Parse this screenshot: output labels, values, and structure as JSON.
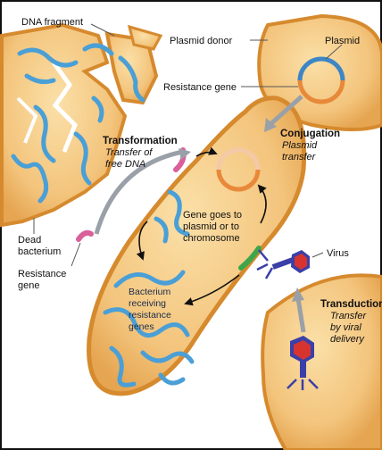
{
  "labels": {
    "dna_fragment": "DNA fragment",
    "plasmid_donor": "Plasmid donor",
    "plasmid": "Plasmid",
    "resistance_gene_top": "Resistance gene",
    "transformation_title": "Transformation",
    "transformation_desc_1": "Transfer of",
    "transformation_desc_2": "free DNA",
    "conjugation_title": "Conjugation",
    "conjugation_desc_1": "Plasmid",
    "conjugation_desc_2": "transfer",
    "gene_goes_1": "Gene goes to",
    "gene_goes_2": "plasmid or to",
    "gene_goes_3": "chromosome",
    "dead_bacterium_1": "Dead",
    "dead_bacterium_2": "bacterium",
    "resistance_gene_left_1": "Resistance",
    "resistance_gene_left_2": "gene",
    "virus": "Virus",
    "bacterium_receiving_1": "Bacterium",
    "bacterium_receiving_2": "receiving",
    "bacterium_receiving_3": "resistance",
    "bacterium_receiving_4": "genes",
    "transduction_title": "Transduction",
    "transduction_desc_1": "Transfer",
    "transduction_desc_2": "by viral",
    "transduction_desc_3": "delivery"
  },
  "colors": {
    "cell_fill": "#f3c47c",
    "cell_edge": "#d68a2e",
    "dna": "#4a9fd6",
    "resistance_gene": "#d9609b",
    "plasmid_blue": "#3d86c6",
    "plasmid_orange": "#e8893a",
    "green_gene": "#3da64a",
    "virus_blue": "#3b3fa8",
    "virus_red": "#d8342f"
  }
}
